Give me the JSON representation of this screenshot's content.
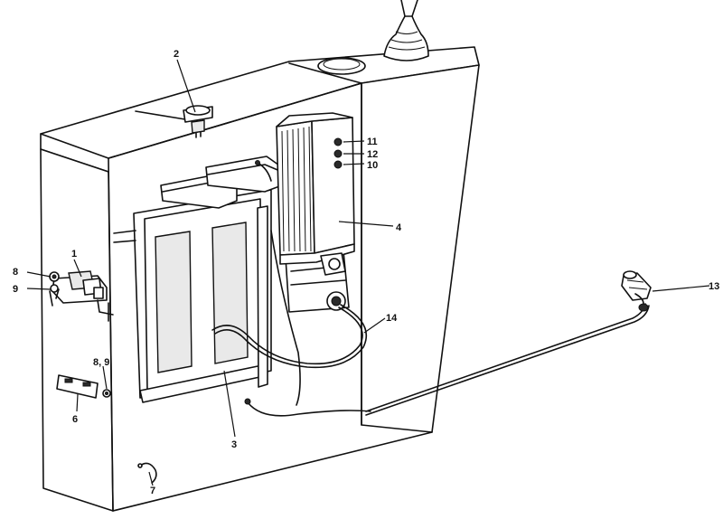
{
  "callouts": [
    {
      "id": "c1",
      "label": "1"
    },
    {
      "id": "c2",
      "label": "2"
    },
    {
      "id": "c3",
      "label": "3"
    },
    {
      "id": "c4",
      "label": "4"
    },
    {
      "id": "c6",
      "label": "6"
    },
    {
      "id": "c7",
      "label": "7"
    },
    {
      "id": "c8",
      "label": "8"
    },
    {
      "id": "c9",
      "label": "9"
    },
    {
      "id": "c89",
      "label": "8, 9"
    },
    {
      "id": "c10",
      "label": "10"
    },
    {
      "id": "c11",
      "label": "11"
    },
    {
      "id": "c12",
      "label": "12"
    },
    {
      "id": "c13",
      "label": "13"
    },
    {
      "id": "c14",
      "label": "14"
    }
  ]
}
